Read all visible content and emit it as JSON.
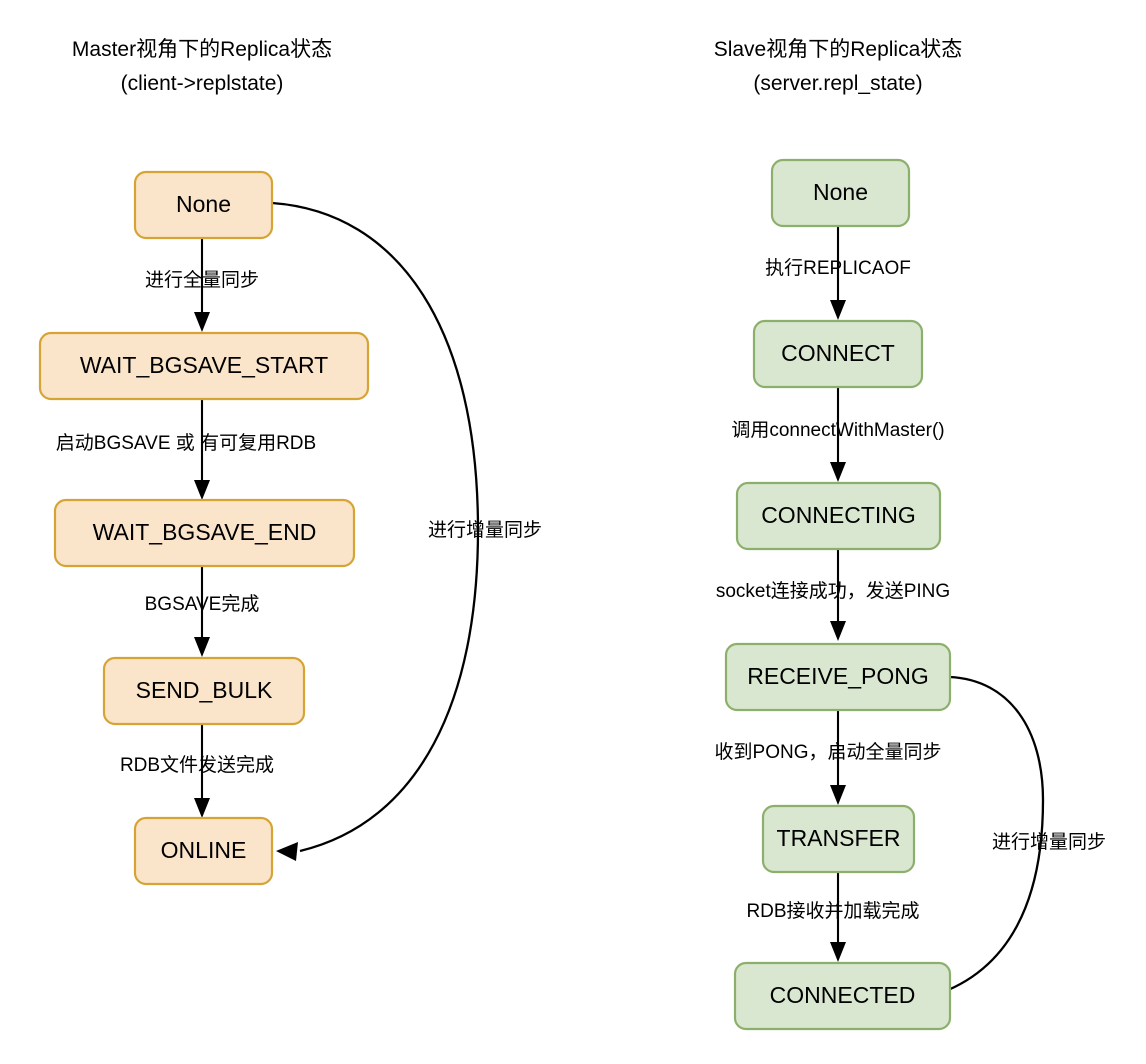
{
  "diagram": {
    "type": "state-machine-flowchart",
    "background": "#ffffff",
    "columns": [
      {
        "id": "master-view",
        "title_line1": "Master视角下的Replica状态",
        "title_line2": "(client->replstate)",
        "node_fill": "#fae5ca",
        "node_stroke": "#d6a435",
        "nodes": [
          {
            "id": "none",
            "label": "None"
          },
          {
            "id": "wait_bgsave_start",
            "label": "WAIT_BGSAVE_START"
          },
          {
            "id": "wait_bgsave_end",
            "label": "WAIT_BGSAVE_END"
          },
          {
            "id": "send_bulk",
            "label": "SEND_BULK"
          },
          {
            "id": "online",
            "label": "ONLINE"
          }
        ],
        "edges": [
          {
            "from": "none",
            "to": "wait_bgsave_start",
            "label": "进行全量同步"
          },
          {
            "from": "wait_bgsave_start",
            "to": "wait_bgsave_end",
            "label": "启动BGSAVE 或 有可复用RDB"
          },
          {
            "from": "wait_bgsave_end",
            "to": "send_bulk",
            "label": "BGSAVE完成"
          },
          {
            "from": "send_bulk",
            "to": "online",
            "label": "RDB文件发送完成"
          },
          {
            "from": "none",
            "to": "online",
            "label": "进行增量同步",
            "shape": "curve"
          }
        ]
      },
      {
        "id": "slave-view",
        "title_line1": "Slave视角下的Replica状态",
        "title_line2": "(server.repl_state)",
        "node_fill": "#d9e7d0",
        "node_stroke": "#8cb06b",
        "nodes": [
          {
            "id": "none",
            "label": "None"
          },
          {
            "id": "connect",
            "label": "CONNECT"
          },
          {
            "id": "connecting",
            "label": "CONNECTING"
          },
          {
            "id": "receive_pong",
            "label": "RECEIVE_PONG"
          },
          {
            "id": "transfer",
            "label": "TRANSFER"
          },
          {
            "id": "connected",
            "label": "CONNECTED"
          }
        ],
        "edges": [
          {
            "from": "none",
            "to": "connect",
            "label": "执行REPLICAOF"
          },
          {
            "from": "connect",
            "to": "connecting",
            "label": "调用connectWithMaster()"
          },
          {
            "from": "connecting",
            "to": "receive_pong",
            "label": "socket连接成功，发送PING"
          },
          {
            "from": "receive_pong",
            "to": "transfer",
            "label": "收到PONG，启动全量同步"
          },
          {
            "from": "transfer",
            "to": "connected",
            "label": "RDB接收并加载完成"
          },
          {
            "from": "receive_pong",
            "to": "connected",
            "label": "进行增量同步",
            "shape": "curve"
          }
        ]
      }
    ]
  }
}
